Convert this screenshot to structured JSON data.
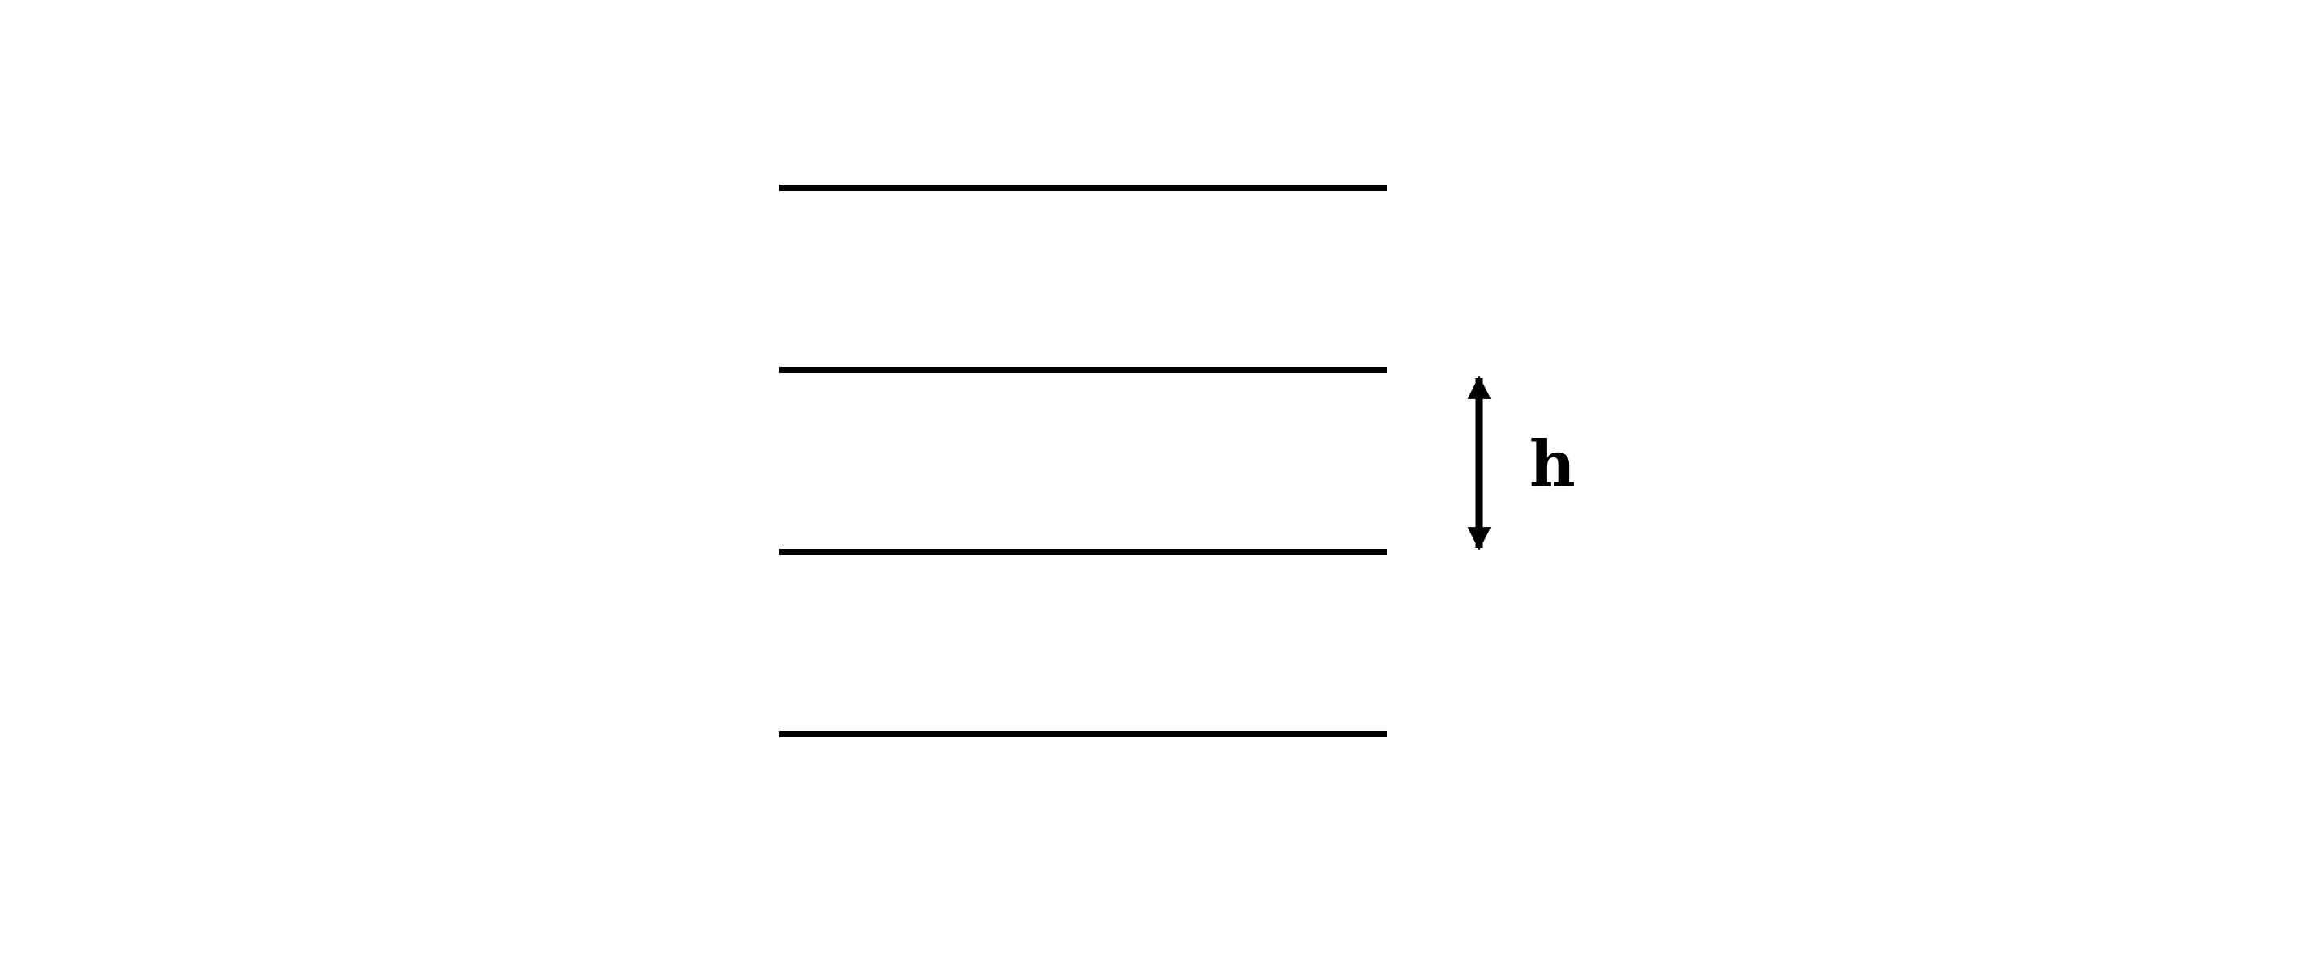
{
  "diagram": {
    "line_count": 4,
    "spacing_label": "h",
    "colors": {
      "background": "#ffffff",
      "stroke": "#000000"
    },
    "arrow": {
      "type": "double-headed",
      "spans": "between-lines-2-and-3"
    }
  }
}
